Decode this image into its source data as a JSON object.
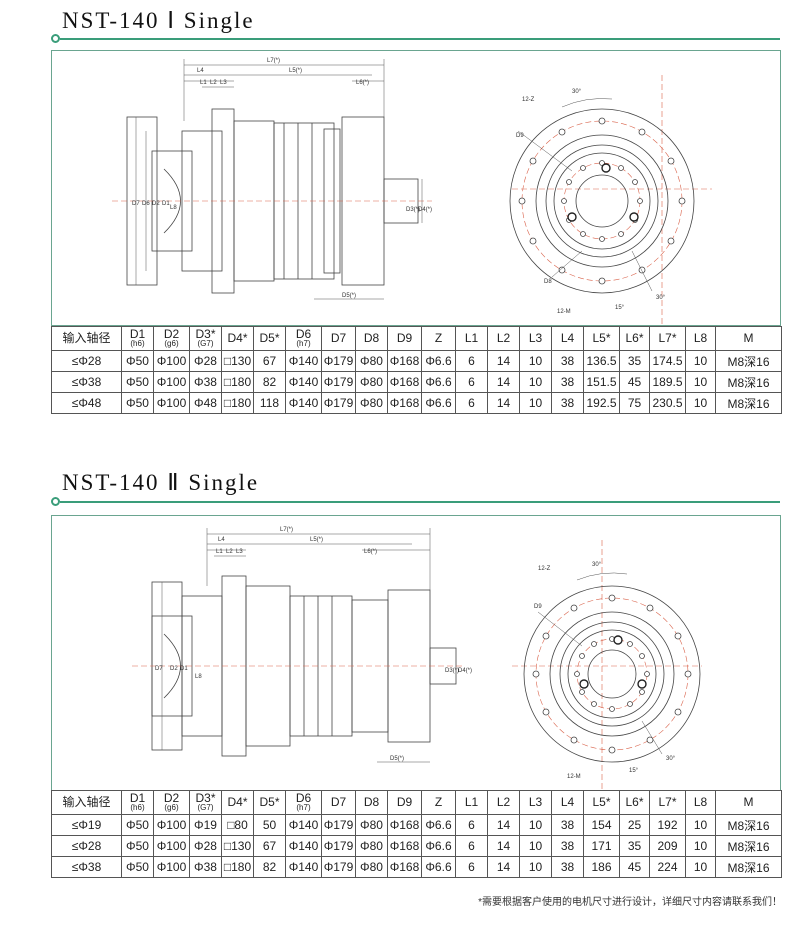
{
  "sections": [
    {
      "title": "NST-140 Ⅰ Single",
      "headers": [
        {
          "main": "输入轴径",
          "sub": ""
        },
        {
          "main": "D1",
          "sub": "(h6)"
        },
        {
          "main": "D2",
          "sub": "(g6)"
        },
        {
          "main": "D3*",
          "sub": "(G7)"
        },
        {
          "main": "D4*",
          "sub": ""
        },
        {
          "main": "D5*",
          "sub": ""
        },
        {
          "main": "D6",
          "sub": "(h7)"
        },
        {
          "main": "D7",
          "sub": ""
        },
        {
          "main": "D8",
          "sub": ""
        },
        {
          "main": "D9",
          "sub": ""
        },
        {
          "main": "Z",
          "sub": ""
        },
        {
          "main": "L1",
          "sub": ""
        },
        {
          "main": "L2",
          "sub": ""
        },
        {
          "main": "L3",
          "sub": ""
        },
        {
          "main": "L4",
          "sub": ""
        },
        {
          "main": "L5*",
          "sub": ""
        },
        {
          "main": "L6*",
          "sub": ""
        },
        {
          "main": "L7*",
          "sub": ""
        },
        {
          "main": "L8",
          "sub": ""
        },
        {
          "main": "M",
          "sub": ""
        }
      ],
      "rows": [
        [
          "≤Φ28",
          "Φ50",
          "Φ100",
          "Φ28",
          "□130",
          "67",
          "Φ140",
          "Φ179",
          "Φ80",
          "Φ168",
          "Φ6.6",
          "6",
          "14",
          "10",
          "38",
          "136.5",
          "35",
          "174.5",
          "10",
          "M8深16"
        ],
        [
          "≤Φ38",
          "Φ50",
          "Φ100",
          "Φ38",
          "□180",
          "82",
          "Φ140",
          "Φ179",
          "Φ80",
          "Φ168",
          "Φ6.6",
          "6",
          "14",
          "10",
          "38",
          "151.5",
          "45",
          "189.5",
          "10",
          "M8深16"
        ],
        [
          "≤Φ48",
          "Φ50",
          "Φ100",
          "Φ48",
          "□180",
          "118",
          "Φ140",
          "Φ179",
          "Φ80",
          "Φ168",
          "Φ6.6",
          "6",
          "14",
          "10",
          "38",
          "192.5",
          "75",
          "230.5",
          "10",
          "M8深16"
        ]
      ]
    },
    {
      "title": "NST-140 Ⅱ Single",
      "headers": [
        {
          "main": "输入轴径",
          "sub": ""
        },
        {
          "main": "D1",
          "sub": "(h6)"
        },
        {
          "main": "D2",
          "sub": "(g6)"
        },
        {
          "main": "D3*",
          "sub": "(G7)"
        },
        {
          "main": "D4*",
          "sub": ""
        },
        {
          "main": "D5*",
          "sub": ""
        },
        {
          "main": "D6",
          "sub": "(h7)"
        },
        {
          "main": "D7",
          "sub": ""
        },
        {
          "main": "D8",
          "sub": ""
        },
        {
          "main": "D9",
          "sub": ""
        },
        {
          "main": "Z",
          "sub": ""
        },
        {
          "main": "L1",
          "sub": ""
        },
        {
          "main": "L2",
          "sub": ""
        },
        {
          "main": "L3",
          "sub": ""
        },
        {
          "main": "L4",
          "sub": ""
        },
        {
          "main": "L5*",
          "sub": ""
        },
        {
          "main": "L6*",
          "sub": ""
        },
        {
          "main": "L7*",
          "sub": ""
        },
        {
          "main": "L8",
          "sub": ""
        },
        {
          "main": "M",
          "sub": ""
        }
      ],
      "rows": [
        [
          "≤Φ19",
          "Φ50",
          "Φ100",
          "Φ19",
          "□80",
          "50",
          "Φ140",
          "Φ179",
          "Φ80",
          "Φ168",
          "Φ6.6",
          "6",
          "14",
          "10",
          "38",
          "154",
          "25",
          "192",
          "10",
          "M8深16"
        ],
        [
          "≤Φ28",
          "Φ50",
          "Φ100",
          "Φ28",
          "□130",
          "67",
          "Φ140",
          "Φ179",
          "Φ80",
          "Φ168",
          "Φ6.6",
          "6",
          "14",
          "10",
          "38",
          "171",
          "35",
          "209",
          "10",
          "M8深16"
        ],
        [
          "≤Φ38",
          "Φ50",
          "Φ100",
          "Φ38",
          "□180",
          "82",
          "Φ140",
          "Φ179",
          "Φ80",
          "Φ168",
          "Φ6.6",
          "6",
          "14",
          "10",
          "38",
          "186",
          "45",
          "224",
          "10",
          "M8深16"
        ]
      ]
    }
  ],
  "drawing_labels": {
    "l7": "L7(*)",
    "l5": "L5(*)",
    "l6": "L6(*)",
    "l4": "L4",
    "l1": "L1",
    "l2": "L2",
    "l3": "L3",
    "l8": "L8",
    "d7": "D7",
    "d6": "D6",
    "d2": "D2",
    "d1": "D1",
    "d3": "D3(*)",
    "d4": "D4(*)",
    "d5": "D5(*)",
    "d9": "D9",
    "d8": "D8",
    "angle30": "30°",
    "angle15": "15°",
    "z_label": "12-Z",
    "m_label": "12-M"
  },
  "footnote": "*需要根据客户使用的电机尺寸进行设计，详细尺寸内容请联系我们！",
  "colors": {
    "accent": "#3a9d7a",
    "drawing_line": "#444444",
    "center_line": "#d9624a"
  }
}
